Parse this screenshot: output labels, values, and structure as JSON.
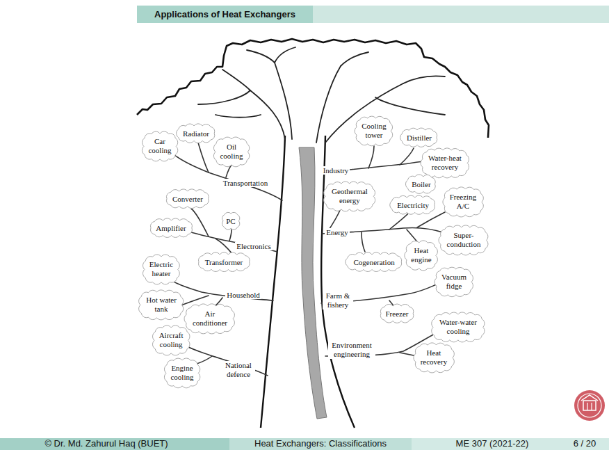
{
  "diagram": {
    "title": "Applications of Heat Exchangers",
    "nodes": [
      {
        "text": [
          "Radiator"
        ]
      },
      {
        "text": [
          "Car cooling"
        ]
      },
      {
        "text": [
          "Oil cooling"
        ]
      },
      {
        "text": [
          "Converter"
        ]
      },
      {
        "text": [
          "PC"
        ]
      },
      {
        "text": [
          "Amplifier"
        ]
      },
      {
        "text": [
          "Transformer"
        ]
      },
      {
        "text": [
          "Electric heater"
        ]
      },
      {
        "text": [
          "Hot water tank"
        ]
      },
      {
        "text": [
          "Air conditioner"
        ]
      },
      {
        "text": [
          "Aircraft cooling"
        ]
      },
      {
        "text": [
          "Engine cooling"
        ]
      },
      {
        "text": [
          "Cooling tower"
        ]
      },
      {
        "text": [
          "Distiller"
        ]
      },
      {
        "text": [
          "Water-heat recovery"
        ]
      },
      {
        "text": [
          "Boiler"
        ]
      },
      {
        "text": [
          "Geothermal energy"
        ]
      },
      {
        "text": [
          "Electricity"
        ]
      },
      {
        "text": [
          "Freezing A/C"
        ]
      },
      {
        "text": [
          "Super- conduction"
        ]
      },
      {
        "text": [
          "Heat engine"
        ]
      },
      {
        "text": [
          "Cogeneration"
        ]
      },
      {
        "text": [
          "Vacuum fidge"
        ]
      },
      {
        "text": [
          "Freezer"
        ]
      },
      {
        "text": [
          "Water-water cooling"
        ]
      },
      {
        "text": [
          "Heat recovery"
        ]
      }
    ],
    "labels": [
      "Transportation",
      "Electronics",
      "Household",
      "National defence",
      "Industry",
      "Energy",
      "Farm & fishery",
      "Environment engineering",
      "© Dr. Md. Zahurul Haq (BUET)",
      "Heat Exchangers: Classifications",
      "ME 307 (2021-22)",
      "6 / 20"
    ]
  }
}
